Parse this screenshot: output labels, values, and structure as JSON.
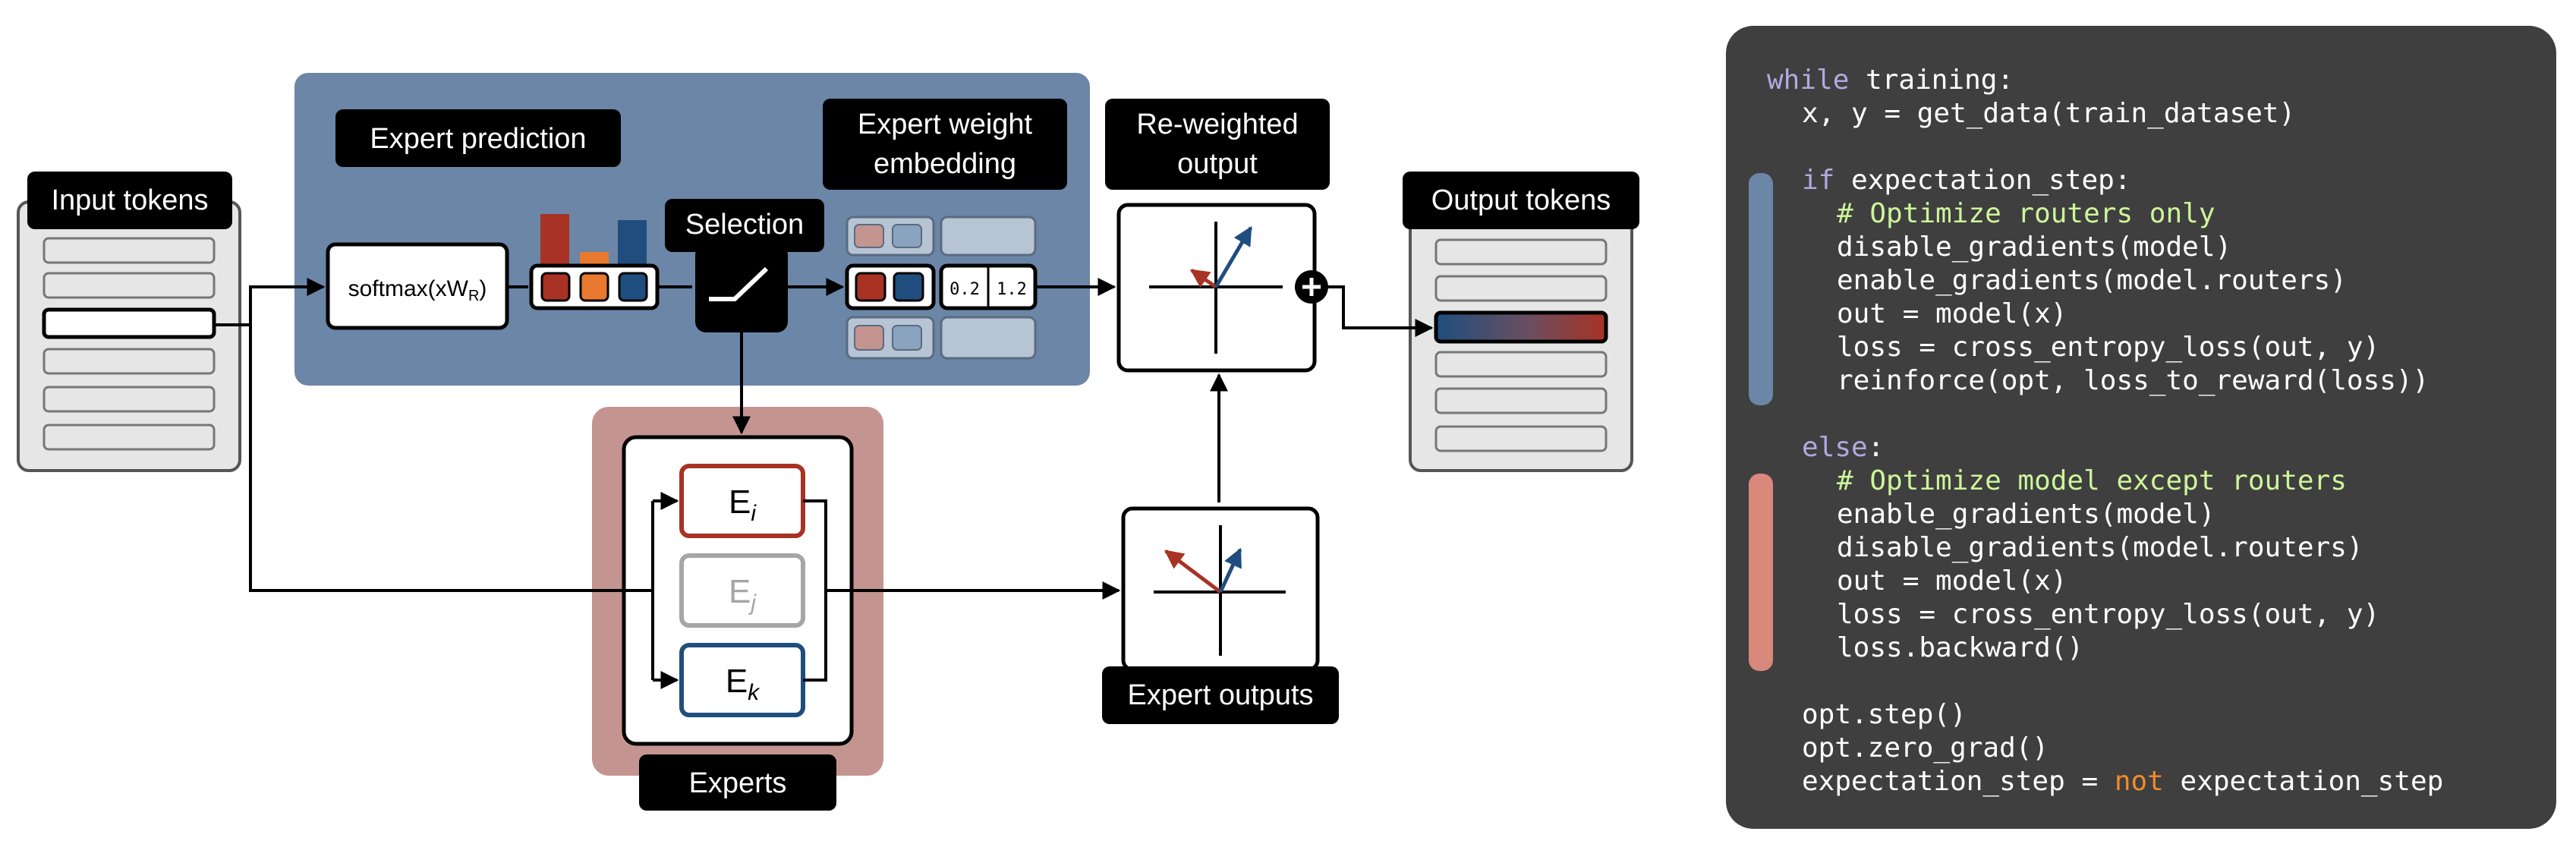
{
  "colors": {
    "blue_panel": "#6b86a6",
    "red_panel": "#c49490",
    "expert_red": "#a83224",
    "expert_orange": "#e8792f",
    "expert_blue": "#1f4e7e",
    "code_bg": "#3f3f3f",
    "code_keyword": "#b3a8e0",
    "code_comment": "#cdf59a",
    "code_not": "#f08a2a",
    "bar_blue": "#6b86a6",
    "bar_red": "#d9887c"
  },
  "diagram": {
    "input_tokens_label": "Input tokens",
    "expert_prediction_label": "Expert prediction",
    "softmax_text": "softmax(xW",
    "softmax_sub": "R",
    "softmax_close": ")",
    "selection_label": "Selection",
    "weight_embedding_label_1": "Expert weight",
    "weight_embedding_label_2": "embedding",
    "weight_value_1": "0.2",
    "weight_value_2": "1.2",
    "reweighted_label_1": "Re-weighted",
    "reweighted_label_2": "output",
    "output_tokens_label": "Output tokens",
    "expert_outputs_label": "Expert outputs",
    "experts_label": "Experts",
    "expert_i": {
      "base": "E",
      "sub": "i"
    },
    "expert_j": {
      "base": "E",
      "sub": "j"
    },
    "expert_k": {
      "base": "E",
      "sub": "k"
    }
  },
  "code": {
    "lines": [
      {
        "indent": 0,
        "tokens": [
          {
            "t": "while",
            "c": "kw"
          },
          {
            "t": " training:"
          }
        ]
      },
      {
        "indent": 1,
        "tokens": [
          {
            "t": "x, y = get_data(train_dataset)"
          }
        ]
      },
      {
        "indent": 0,
        "tokens": []
      },
      {
        "indent": 1,
        "tokens": [
          {
            "t": "if",
            "c": "kw"
          },
          {
            "t": " expectation_step:"
          }
        ]
      },
      {
        "indent": 2,
        "tokens": [
          {
            "t": "# Optimize routers only",
            "c": "comment"
          }
        ]
      },
      {
        "indent": 2,
        "tokens": [
          {
            "t": "disable_gradients(model)"
          }
        ]
      },
      {
        "indent": 2,
        "tokens": [
          {
            "t": "enable_gradients(model.routers)"
          }
        ]
      },
      {
        "indent": 2,
        "tokens": [
          {
            "t": "out = model(x)"
          }
        ]
      },
      {
        "indent": 2,
        "tokens": [
          {
            "t": "loss = cross_entropy_loss(out, y)"
          }
        ]
      },
      {
        "indent": 2,
        "tokens": [
          {
            "t": "reinforce(opt, loss_to_reward(loss))"
          }
        ]
      },
      {
        "indent": 0,
        "tokens": []
      },
      {
        "indent": 1,
        "tokens": [
          {
            "t": "else",
            "c": "kw"
          },
          {
            "t": ":"
          }
        ]
      },
      {
        "indent": 2,
        "tokens": [
          {
            "t": "# Optimize model except routers",
            "c": "comment"
          }
        ]
      },
      {
        "indent": 2,
        "tokens": [
          {
            "t": "enable_gradients(model)"
          }
        ]
      },
      {
        "indent": 2,
        "tokens": [
          {
            "t": "disable_gradients(model.routers)"
          }
        ]
      },
      {
        "indent": 2,
        "tokens": [
          {
            "t": "out = model(x)"
          }
        ]
      },
      {
        "indent": 2,
        "tokens": [
          {
            "t": "loss = cross_entropy_loss(out, y)"
          }
        ]
      },
      {
        "indent": 2,
        "tokens": [
          {
            "t": "loss.backward()"
          }
        ]
      },
      {
        "indent": 0,
        "tokens": []
      },
      {
        "indent": 1,
        "tokens": [
          {
            "t": "opt.step()"
          }
        ]
      },
      {
        "indent": 1,
        "tokens": [
          {
            "t": "opt.zero_grad()"
          }
        ]
      },
      {
        "indent": 1,
        "tokens": [
          {
            "t": "expectation_step = "
          },
          {
            "t": "not",
            "c": "not"
          },
          {
            "t": " expectation_step"
          }
        ]
      }
    ]
  }
}
